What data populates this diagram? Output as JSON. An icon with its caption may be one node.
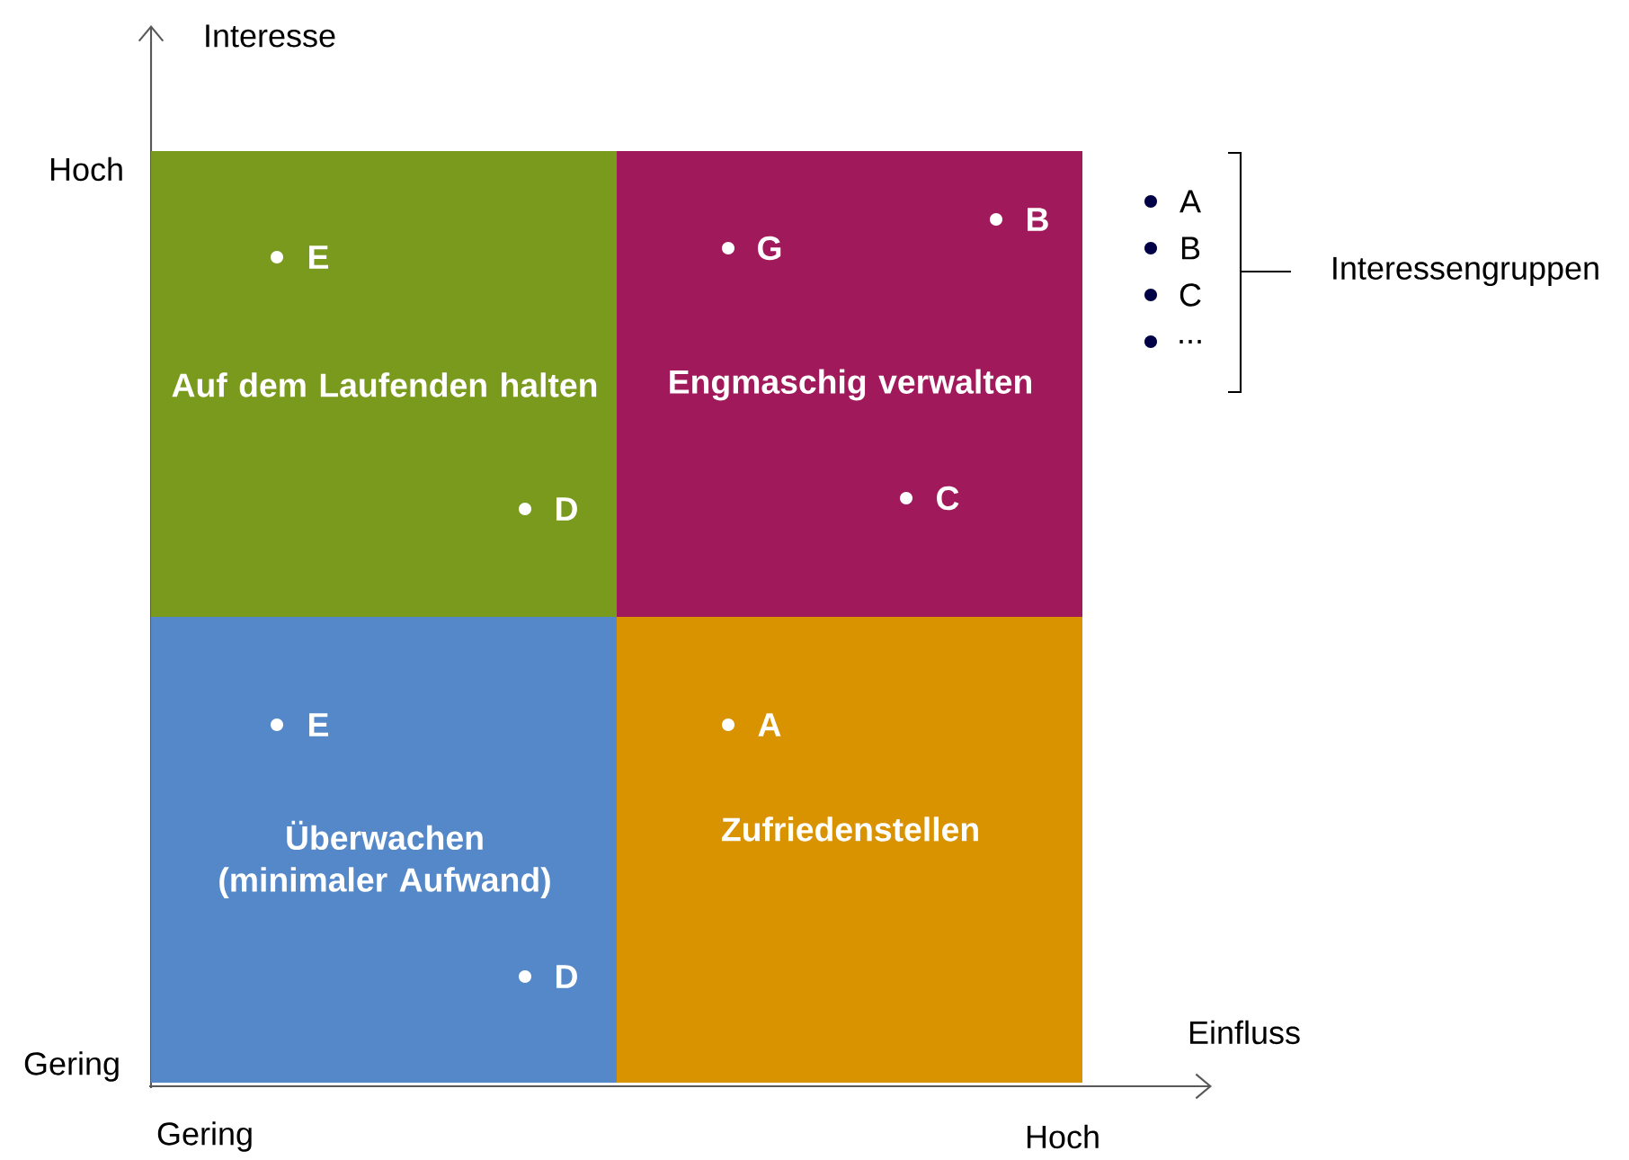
{
  "diagram": {
    "nodes": [
      {
        "text": [
          "Auf dem Laufenden halten"
        ]
      },
      {
        "text": [
          "E"
        ],
        "in": 0
      },
      {
        "text": [
          "D"
        ],
        "in": 0
      },
      {
        "text": [
          "Engmaschig verwalten"
        ]
      },
      {
        "text": [
          "G"
        ],
        "in": 3
      },
      {
        "text": [
          "B"
        ],
        "in": 3
      },
      {
        "text": [
          "C"
        ],
        "in": 3
      },
      {
        "text": [
          "Überwachen (minimaler Aufwand)"
        ]
      },
      {
        "text": [
          "E"
        ],
        "in": 7
      },
      {
        "text": [
          "D"
        ],
        "in": 7
      },
      {
        "text": [
          "Zufriedenstellen"
        ]
      },
      {
        "text": [
          "A"
        ],
        "in": 10
      }
    ],
    "labels": [
      "Interesse",
      "Hoch",
      "Gering",
      "Einfluss",
      "Gering",
      "Hoch",
      "A",
      "B",
      "C",
      "...",
      "Interessengruppen"
    ]
  }
}
